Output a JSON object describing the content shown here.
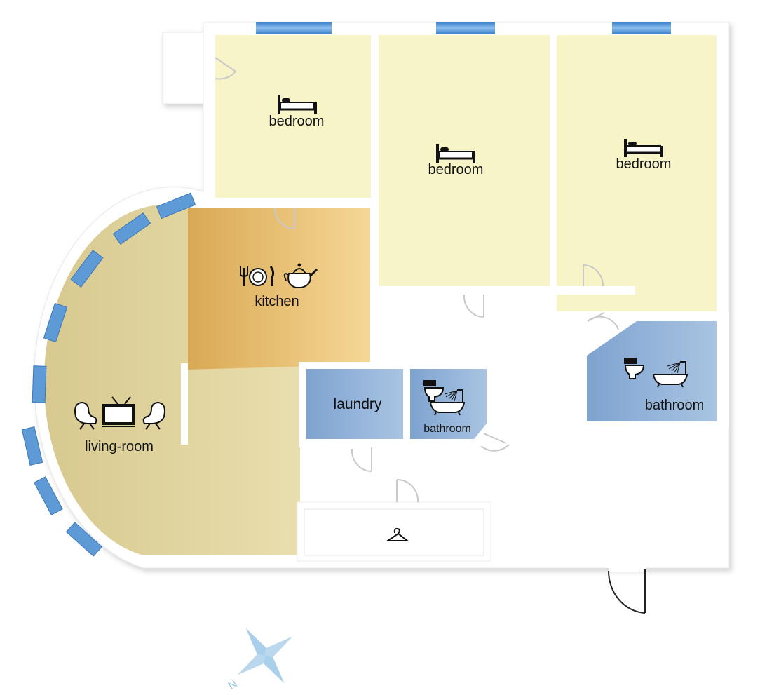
{
  "colors": {
    "bedroom": "#f7f4c8",
    "kitchen": "#e8b866",
    "living": "#e2d7a4",
    "wet_room": "#8fb0d6",
    "window": "#5e9bd6",
    "wall": "#ffffff",
    "corridor": "#ffffff",
    "compass": "#a9cfea"
  },
  "rooms": {
    "bedroom_1": {
      "label": "bedroom",
      "icon": "bed-icon"
    },
    "bedroom_2": {
      "label": "bedroom",
      "icon": "bed-icon"
    },
    "bedroom_3": {
      "label": "bedroom",
      "icon": "bed-icon"
    },
    "kitchen": {
      "label": "kitchen",
      "icons": [
        "cutlery-plate-icon",
        "teapot-icon"
      ]
    },
    "living_room": {
      "label": "living-room",
      "icons": [
        "armchair-icon",
        "tv-icon",
        "armchair-icon"
      ]
    },
    "laundry": {
      "label": "laundry"
    },
    "bathroom_small": {
      "label": "bathroom",
      "icons": [
        "toilet-icon",
        "bathtub-shower-icon"
      ]
    },
    "bathroom_large": {
      "label": "bathroom",
      "icons": [
        "toilet-icon",
        "bathtub-shower-icon"
      ]
    },
    "closet": {
      "icon": "hanger-icon"
    }
  },
  "compass": {
    "label": "N",
    "icon": "compass-star-icon"
  }
}
